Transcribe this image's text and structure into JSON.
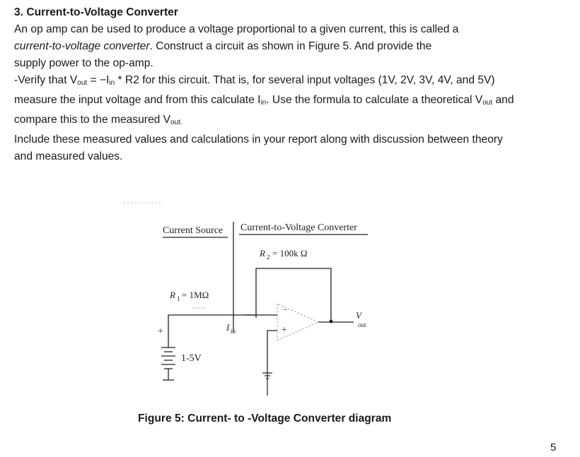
{
  "section": {
    "heading": "3. Current-to-Voltage Converter",
    "intro_part1": "An op amp can be used to produce a voltage proportional to a given current, this is called a",
    "intro_emph": "current-to-voltage converter",
    "intro_part2": ". Construct a circuit as shown in Figure 5. And provide the",
    "intro_part3": "supply power to the op-amp.",
    "verify_a": "-Verify that V",
    "verify_sub_out": "out",
    "verify_b": " = −I",
    "verify_sub_in": "in",
    "verify_c": " * R2 for this circuit. That is, for several input voltages (1V, 2V, 3V, 4V, and 5V)",
    "measure_a": "measure the input voltage and from this calculate I",
    "measure_sub_in": "in",
    "measure_b": ". Use the formula to calculate a theoretical V",
    "measure_sub_out": "out",
    "measure_c": " and",
    "compare_a": "compare this to the measured V",
    "compare_sub_out": "out.",
    "include_line1": "Include these measured values and calculations in your report along with discussion between theory",
    "include_line2": "and measured values."
  },
  "diagram": {
    "label_current_source": "Current Source",
    "label_converter": "Current-to-Voltage Converter",
    "label_r2": "= 100k Ω",
    "label_r1": "= 1MΩ",
    "label_source_range": "1-5V",
    "label_plus_source": "+",
    "label_plus_opamp": "+",
    "label_minus_opamp": "−",
    "label_iin_sub": "in",
    "label_vout_sub": "out"
  },
  "caption": "Figure 5: Current- to -Voltage Converter diagram",
  "page_number": "5"
}
